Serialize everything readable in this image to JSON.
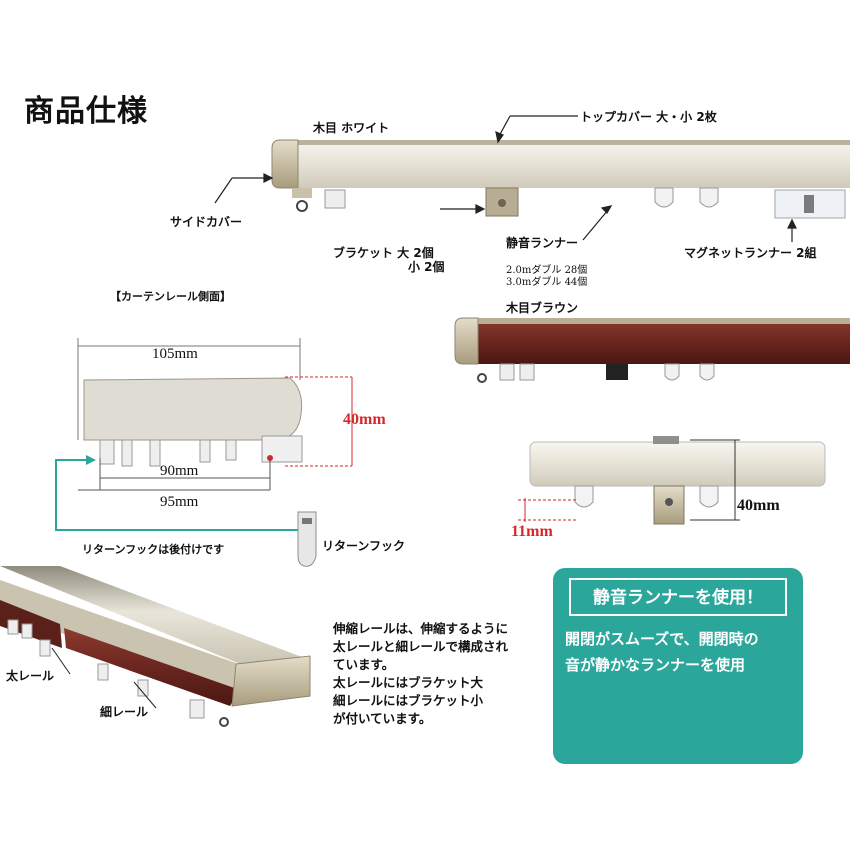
{
  "heading": "商品仕様",
  "top_rail": {
    "color_label": "木目 ホワイト",
    "top_cover_label": "トップカバー  大・小  2枚",
    "side_cover_label": "サイドカバー",
    "bracket_label": "ブラケット 大  2個",
    "bracket_small_label": "小  2個",
    "silent_runner_label": "静音ランナー",
    "runner_count_1": "2.0mダブル  28個",
    "runner_count_2": "3.0mダブル  44個",
    "magnet_runner_label": "マグネットランナー  2組"
  },
  "side_view": {
    "section_label": "【カーテンレール側面】",
    "width_105": "105mm",
    "width_90": "90mm",
    "width_95": "95mm",
    "height_40": "40mm",
    "return_hook_label": "リターンフック",
    "return_hook_note": "リターンフックは後付けです"
  },
  "brown_rail": {
    "color_label": "木目ブラウン"
  },
  "front_view": {
    "height_40": "40mm",
    "height_11": "11mm"
  },
  "telescopic": {
    "thick_rail_label": "太レール",
    "thin_rail_label": "細レール",
    "desc_lines": [
      "伸縮レールは、伸縮するように",
      "太レールと細レールで構成され",
      "ています。",
      "太レールにはブラケット大",
      "細レールにはブラケット小",
      "が付いています。"
    ]
  },
  "feature_panel": {
    "title": "静音ランナーを使用！",
    "line1": "開閉がスムーズで、開閉時の",
    "line2": "音が静かなランナーを使用"
  },
  "colors": {
    "accent_teal": "#2aa69a",
    "dimension_red": "#d8262a",
    "rail_white": "#e9e5da",
    "rail_brown": "#6e2a22",
    "metal_gold": "#bfb59c"
  }
}
